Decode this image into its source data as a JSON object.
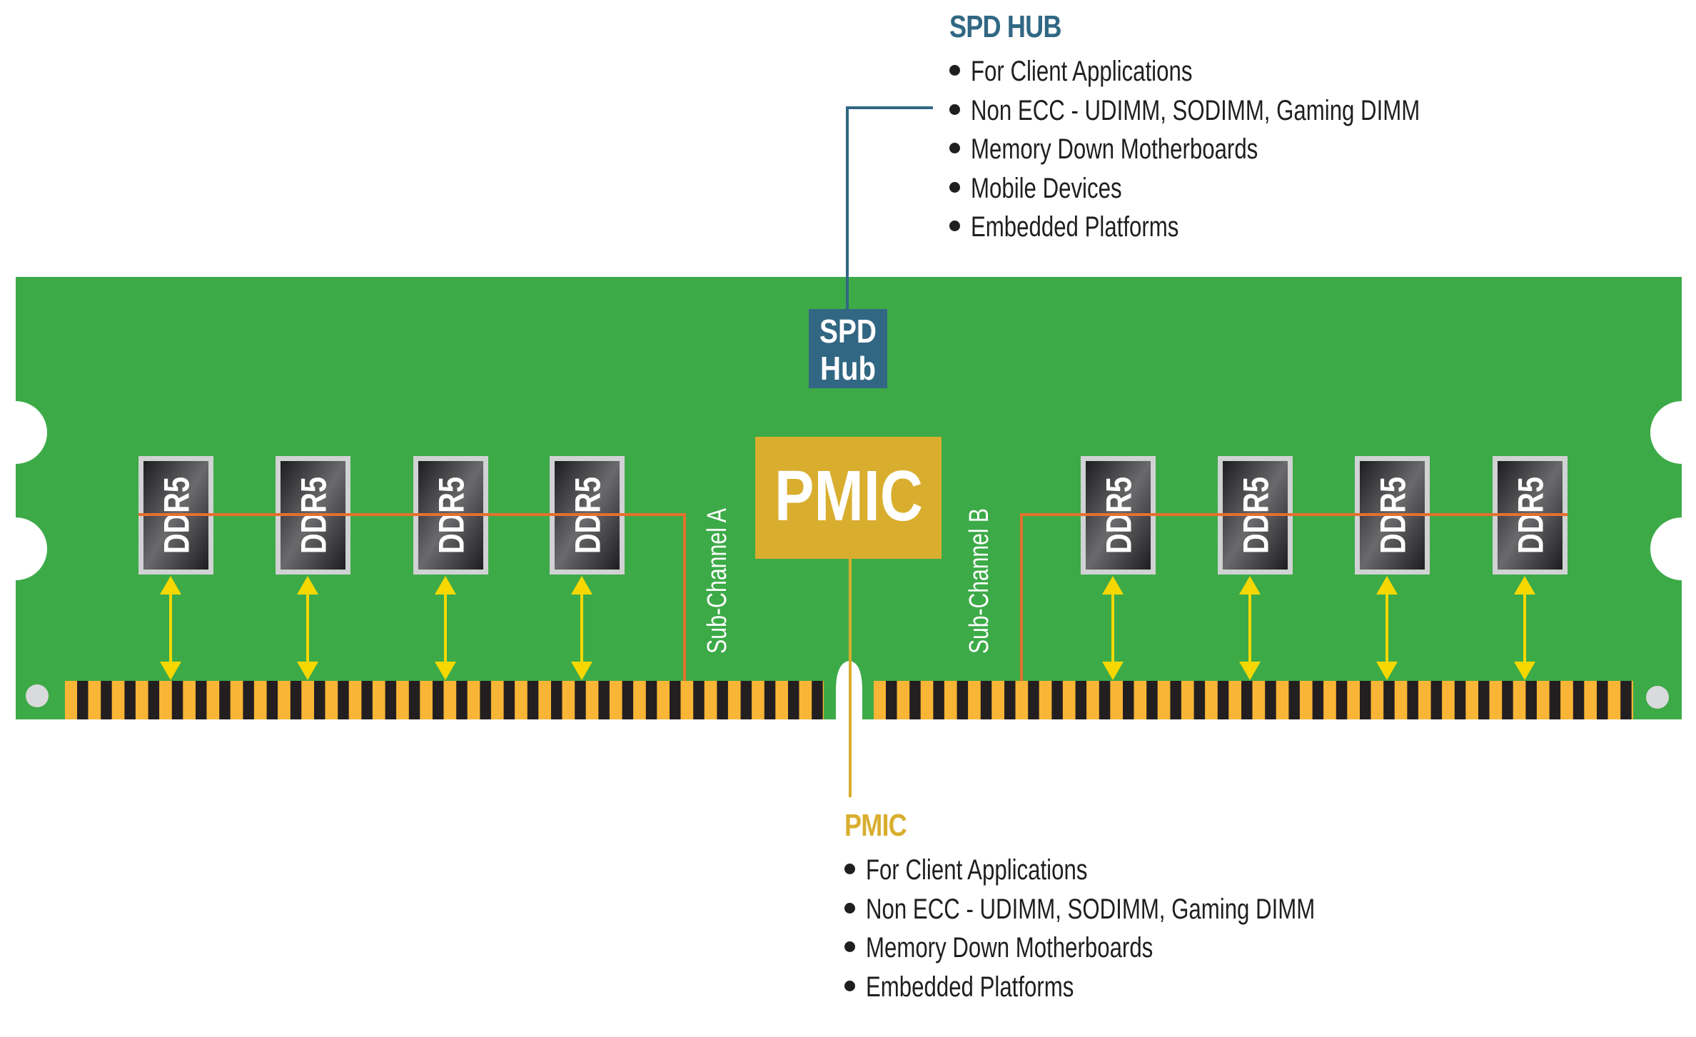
{
  "colors": {
    "board": "#3DAA48",
    "spd_accent": "#316783",
    "pmic_accent": "#D9AE2F",
    "chip_border": "#D1D2D3",
    "chip_body_dark": "#1e1e20",
    "chip_body_light": "#6a6a6c",
    "trace": "#E5702E",
    "arrow": "#F6D800",
    "contact_gold": "#F9B535",
    "contact_black": "#231F20",
    "hole": "#D9DADB",
    "text_dark": "#1f1f1f"
  },
  "board": {
    "spd_hub_chip": {
      "line1": "SPD",
      "line2": "Hub"
    },
    "pmic_chip": {
      "label": "PMIC"
    },
    "subchannel_a_label": "Sub-Channel A",
    "subchannel_b_label": "Sub-Channel B",
    "dram_chips": [
      {
        "label": "DDR5",
        "subchannel": "A"
      },
      {
        "label": "DDR5",
        "subchannel": "A"
      },
      {
        "label": "DDR5",
        "subchannel": "A"
      },
      {
        "label": "DDR5",
        "subchannel": "A"
      },
      {
        "label": "DDR5",
        "subchannel": "B"
      },
      {
        "label": "DDR5",
        "subchannel": "B"
      },
      {
        "label": "DDR5",
        "subchannel": "B"
      },
      {
        "label": "DDR5",
        "subchannel": "B"
      }
    ]
  },
  "spd_callout": {
    "title": "SPD HUB",
    "items": [
      "For Client Applications",
      "Non ECC - UDIMM, SODIMM, Gaming DIMM",
      "Memory Down Motherboards",
      "Mobile Devices",
      "Embedded Platforms"
    ]
  },
  "pmic_callout": {
    "title": "PMIC",
    "items": [
      "For Client Applications",
      "Non ECC - UDIMM, SODIMM, Gaming DIMM",
      "Memory Down Motherboards",
      "Embedded Platforms"
    ]
  }
}
